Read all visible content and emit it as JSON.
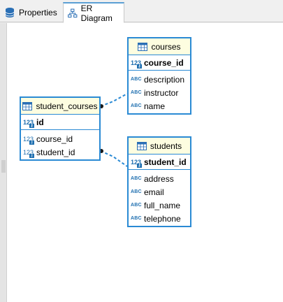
{
  "tabs": [
    {
      "label": "Properties",
      "icon": "database-icon"
    },
    {
      "label": "ER Diagram",
      "icon": "er-diagram-icon",
      "active": true
    }
  ],
  "colors": {
    "border": "#2a8ad4",
    "header_bg": "#fdfde0",
    "link": "#2a8ad4"
  },
  "entities": {
    "courses": {
      "title": "courses",
      "pk": "course_id",
      "columns": [
        "description",
        "instructor",
        "name"
      ]
    },
    "student_courses": {
      "title": "student_courses",
      "pk": "id",
      "columns": [
        "course_id",
        "student_id"
      ]
    },
    "students": {
      "title": "students",
      "pk": "student_id",
      "columns": [
        "address",
        "email",
        "full_name",
        "telephone"
      ]
    }
  },
  "type_icons": {
    "string": "ABC",
    "numeric": "123"
  }
}
